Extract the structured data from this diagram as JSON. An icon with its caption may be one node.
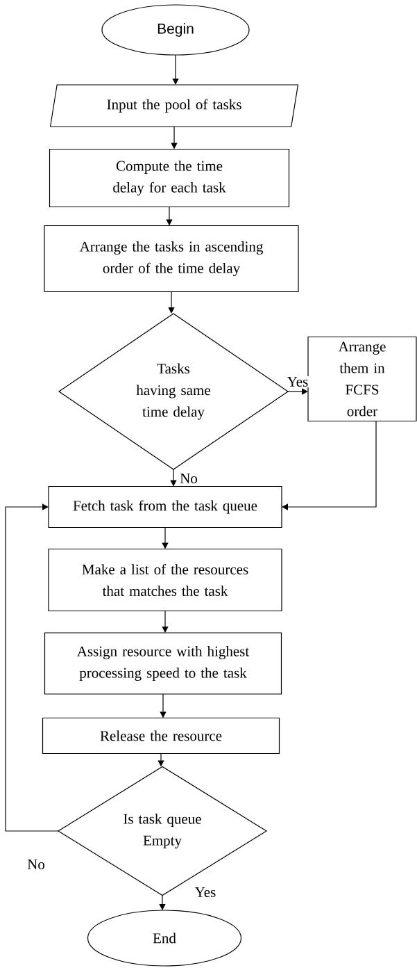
{
  "diagram": {
    "nodes": [
      {
        "text": [
          "Begin"
        ]
      },
      {
        "text": [
          "Input the pool of tasks"
        ]
      },
      {
        "text": [
          "Compute the time delay for each task"
        ]
      },
      {
        "text": [
          "Arrange the tasks in ascending order of the time delay"
        ]
      },
      {
        "text": [
          "Tasks having same time delay"
        ]
      },
      {
        "text": [
          "Arrange them in FCFS order"
        ]
      },
      {
        "text": [
          "Fetch task from the task queue"
        ]
      },
      {
        "text": [
          "Make a list of the resources that matches the task"
        ]
      },
      {
        "text": [
          "Assign resource with highest processing speed to the task"
        ]
      },
      {
        "text": [
          "Release the resource"
        ]
      },
      {
        "text": [
          "Is task queue Empty"
        ]
      },
      {
        "text": [
          "End"
        ]
      }
    ],
    "edges": [
      {
        "from": 0,
        "to": 1,
        "arrow": "to"
      },
      {
        "from": 1,
        "to": 2,
        "arrow": "to"
      },
      {
        "from": 2,
        "to": 3,
        "arrow": "to"
      },
      {
        "from": 3,
        "to": 4,
        "arrow": "to"
      },
      {
        "from": 4,
        "to": 5,
        "arrow": "to",
        "label": "Yes"
      },
      {
        "from": 4,
        "to": 6,
        "arrow": "to",
        "label": "No"
      },
      {
        "from": 5,
        "to": 6,
        "arrow": "to"
      },
      {
        "from": 6,
        "to": 7,
        "arrow": "to"
      },
      {
        "from": 7,
        "to": 8,
        "arrow": "to"
      },
      {
        "from": 8,
        "to": 9,
        "arrow": "to"
      },
      {
        "from": 9,
        "to": 10,
        "arrow": "to"
      },
      {
        "from": 10,
        "to": 6,
        "arrow": "to",
        "label": "No"
      },
      {
        "from": 10,
        "to": 11,
        "arrow": "to",
        "label": "Yes"
      }
    ]
  }
}
